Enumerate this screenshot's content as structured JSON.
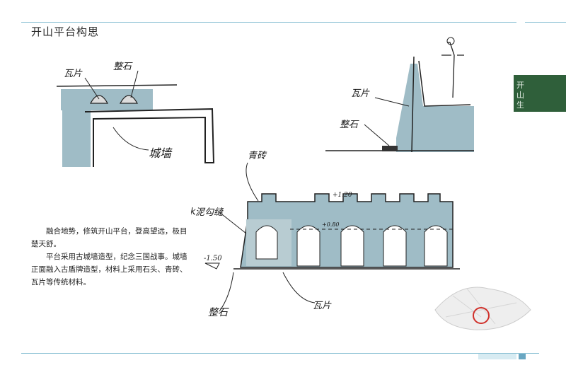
{
  "header": {
    "title": "开山平台构思"
  },
  "side_tab": {
    "line1": "开",
    "line2": "山",
    "line3": "生"
  },
  "description": {
    "para1": "融合地势，修筑开山平台，登高望远，极目楚天舒。",
    "para2": "平台采用古城墙造型，纪念三国战事。城墙正面融入古盾牌造型，材料上采用石头、青砖、瓦片等传统材料。"
  },
  "sketch1": {
    "label_wapian": "瓦片",
    "label_luanshi": "整石",
    "label_chengqiang": "城墙"
  },
  "sketch2": {
    "label_wapian": "瓦片",
    "label_luanshi": "整石"
  },
  "sketch3": {
    "label_qingzhuan": "青砖",
    "label_fengzhuan": "白水泥勾缝",
    "label_luanshi": "整石",
    "label_wapian": "瓦片",
    "elev_top": "+1.20",
    "elev_mid": "+0.80",
    "elev_base": "-1.50"
  },
  "colors": {
    "accent": "#8fc3d6",
    "wall_fill": "#9fbcc6",
    "tab": "#2f5f3a",
    "marker": "#d0302a"
  }
}
